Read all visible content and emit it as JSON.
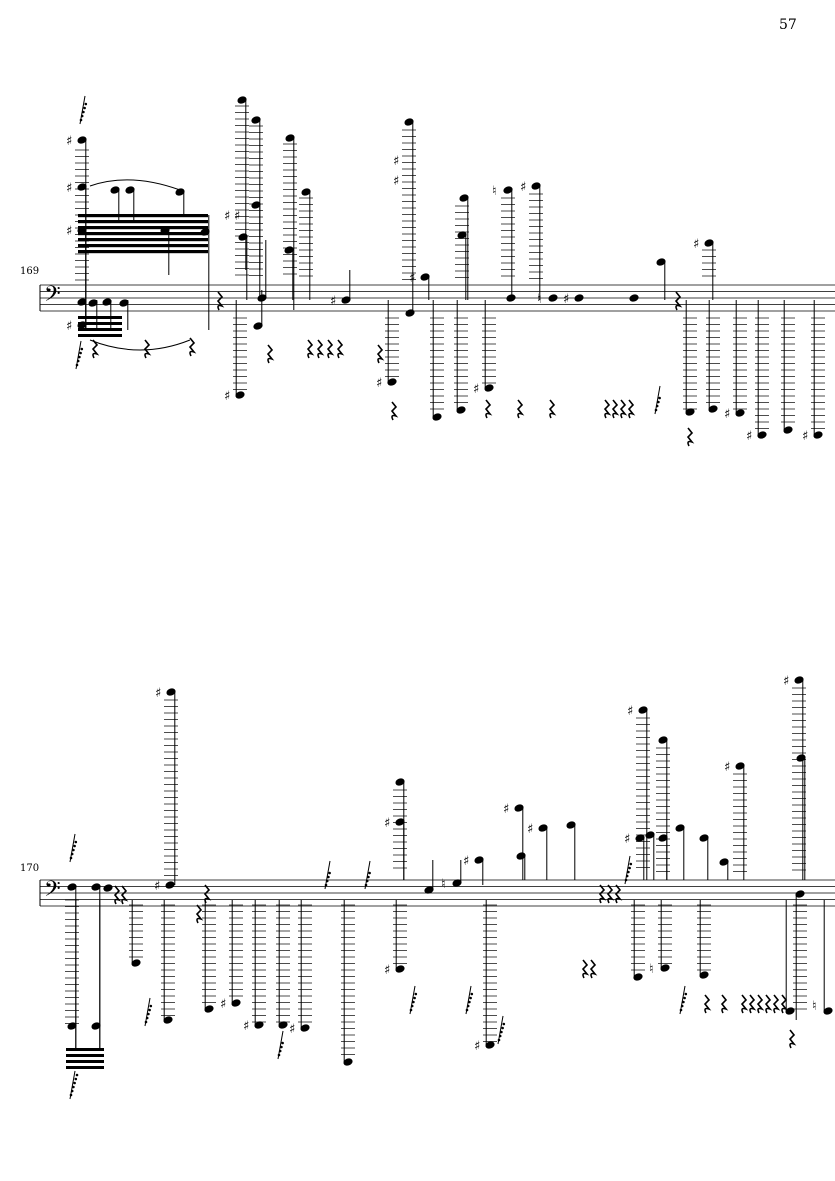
{
  "page": {
    "number": "57"
  },
  "systems": [
    {
      "id": "system-1",
      "measure_number": "169"
    },
    {
      "id": "system-2",
      "measure_number": "170"
    }
  ],
  "colors": {
    "ink": "#000000",
    "paper": "#ffffff"
  },
  "glyphs": {
    "clef": "bass-clef",
    "sharp": "♯",
    "natural": "♮"
  }
}
